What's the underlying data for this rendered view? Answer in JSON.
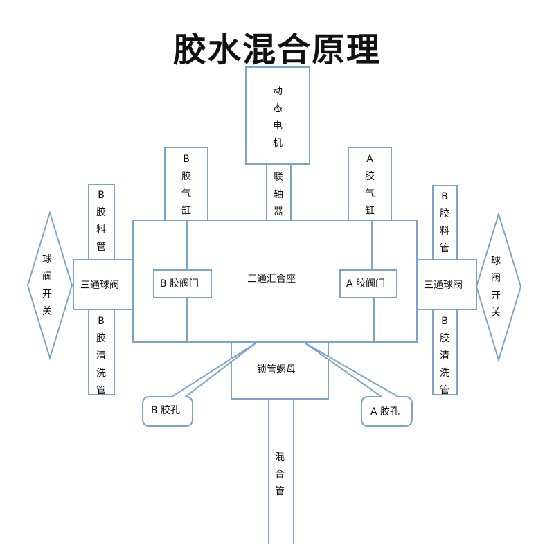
{
  "title": "胶水混合原理",
  "stroke_color": "#7ba3cc",
  "labels": {
    "motor": "动态电机",
    "coupling": "联轴器",
    "b_cylinder": "B胶气缸",
    "a_cylinder": "A胶气缸",
    "manifold": "三通汇合座",
    "b_valve_door": "B 胶阀门",
    "a_valve_door": "A 胶阀门",
    "left_three_way": "三通球阀",
    "right_three_way": "三通球阀",
    "left_feed_pipe": "B胶料管",
    "left_clean_pipe": "B胶清洗管",
    "right_feed_pipe": "B胶料管",
    "right_clean_pipe": "B胶清洗管",
    "left_switch": "球阀开关",
    "right_switch": "球阀开关",
    "lock_nut": "锁管螺母",
    "b_hole": "B 胶孔",
    "a_hole": "A 胶孔",
    "mix_pipe": "混合管"
  }
}
